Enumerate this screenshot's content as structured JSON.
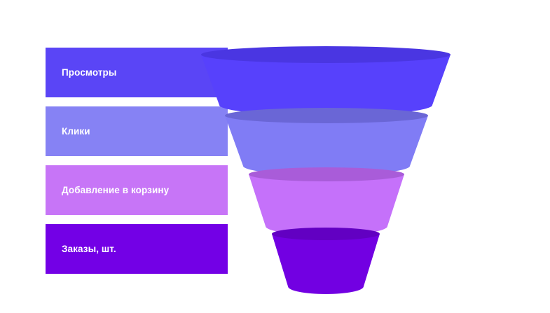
{
  "stages": [
    {
      "label": "Просмотры",
      "bar_color": "#5a45f6",
      "body_color": "#5741fc",
      "top_color": "#4a36e2"
    },
    {
      "label": "Клики",
      "bar_color": "#8682f4",
      "body_color": "#807cf5",
      "top_color": "#6a66d6"
    },
    {
      "label": "Добавление в корзину",
      "bar_color": "#c775f7",
      "body_color": "#c571fa",
      "top_color": "#a95cd9"
    },
    {
      "label": "Заказы, шт.",
      "bar_color": "#7300e6",
      "body_color": "#7200e2",
      "top_color": "#6200c2"
    }
  ]
}
